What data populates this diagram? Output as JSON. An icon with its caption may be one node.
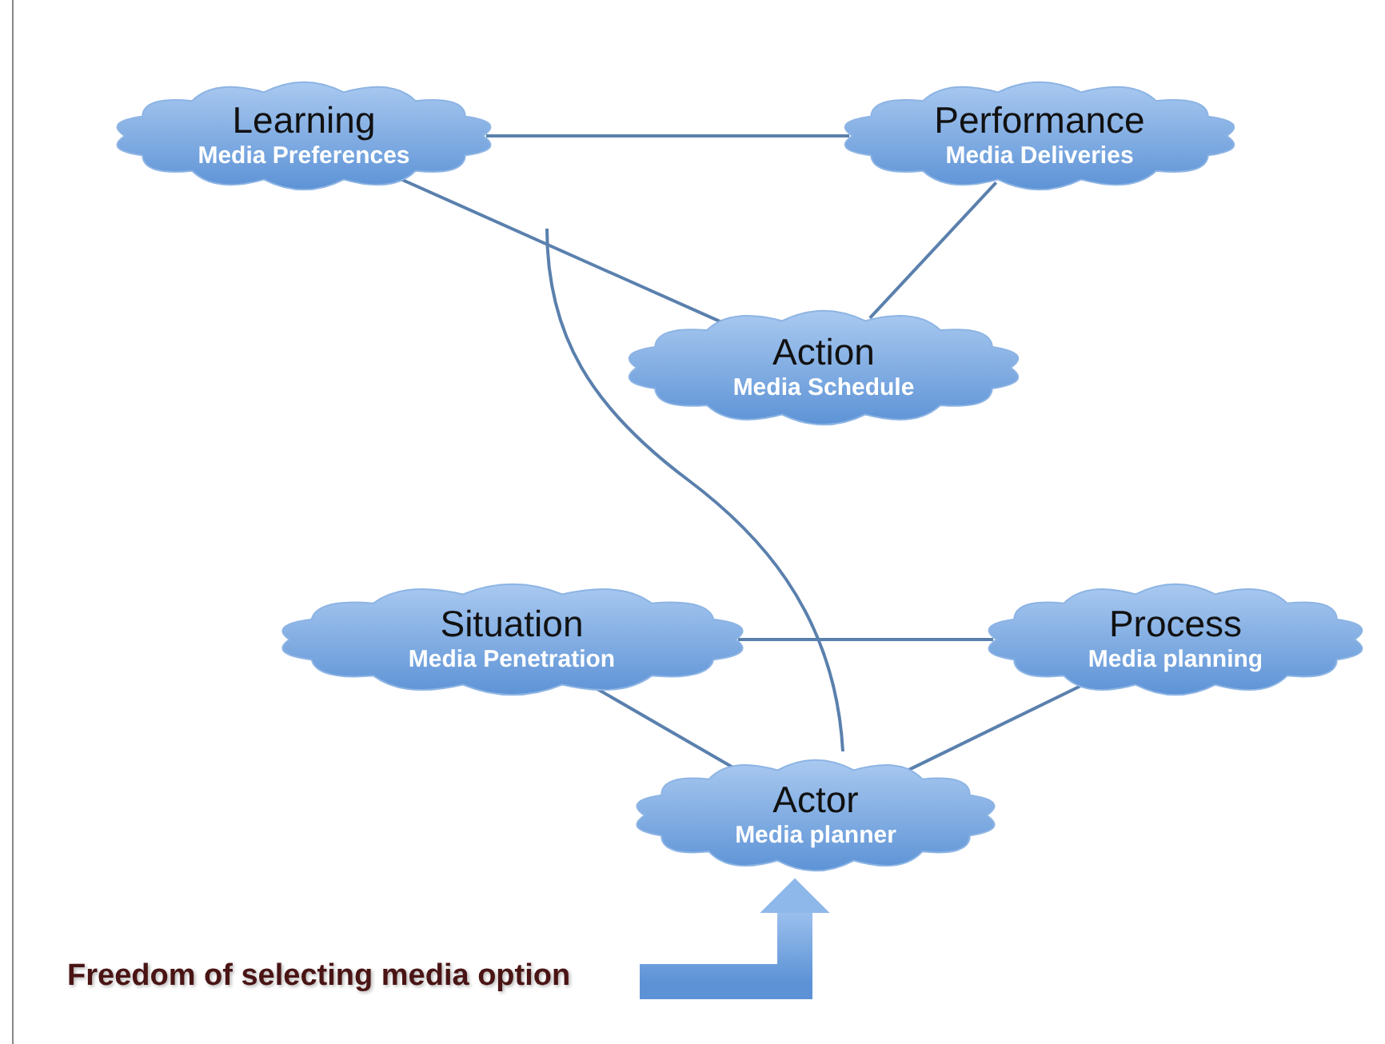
{
  "diagram": {
    "nodes": [
      {
        "text": [
          "Learning",
          "Media Preferences"
        ]
      },
      {
        "text": [
          "Performance",
          "Media Deliveries"
        ]
      },
      {
        "text": [
          "Action",
          "Media Schedule"
        ]
      },
      {
        "text": [
          "Situation",
          "Media Penetration"
        ]
      },
      {
        "text": [
          "Process",
          "Media planning"
        ]
      },
      {
        "text": [
          "Actor",
          "Media planner"
        ]
      },
      {
        "text": [
          "Freedom of selecting media option"
        ]
      }
    ],
    "edges": [
      {
        "from": 0,
        "to": 1,
        "arrow": "none"
      },
      {
        "from": 1,
        "to": 2,
        "arrow": "none"
      },
      {
        "from": 0,
        "to": 2,
        "arrow": "none"
      },
      {
        "from": 3,
        "to": 4,
        "arrow": "none"
      },
      {
        "from": 3,
        "to": 5,
        "arrow": "none"
      },
      {
        "from": 5,
        "to": 4,
        "arrow": "none"
      },
      {
        "from": 6,
        "to": 5,
        "arrow": "to",
        "style": "thick"
      }
    ]
  }
}
